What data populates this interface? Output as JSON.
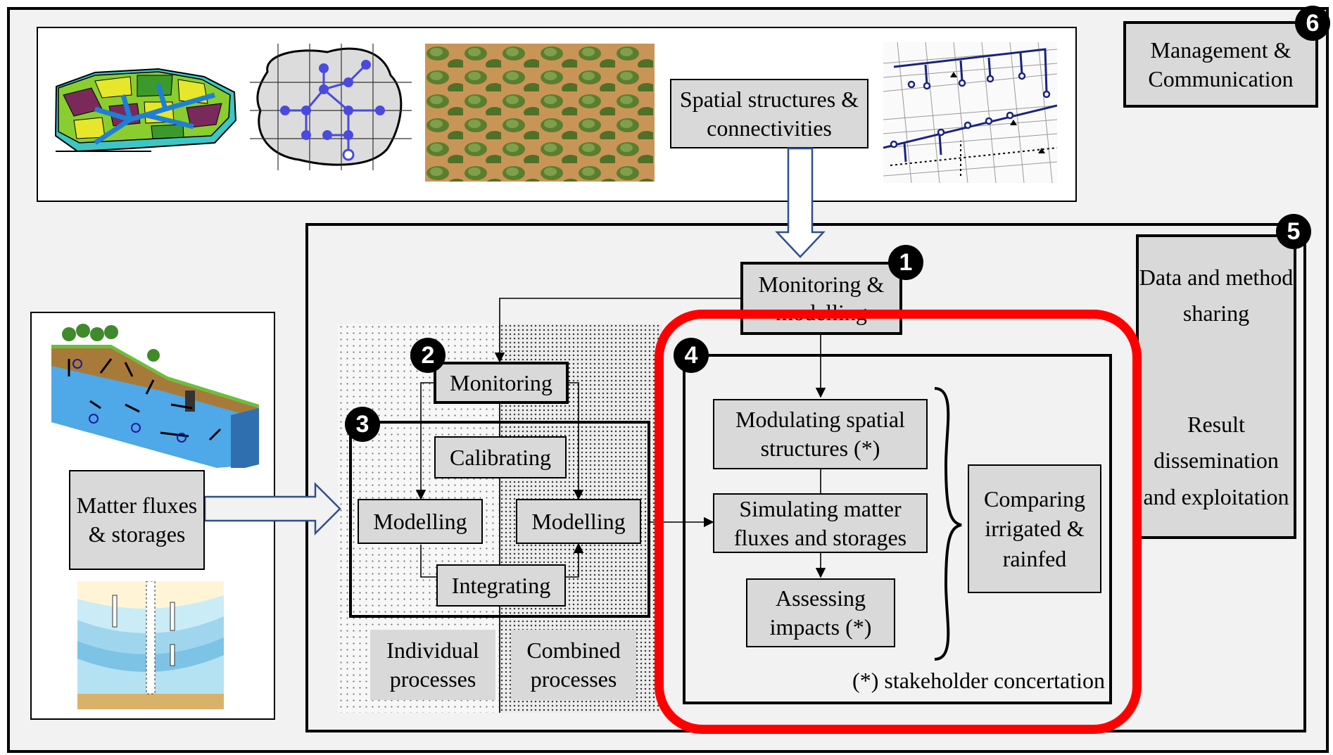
{
  "badges": [
    "1",
    "2",
    "3",
    "4",
    "5",
    "6"
  ],
  "management": "Management & Communication",
  "spatial": "Spatial structures & connectivities",
  "matter": "Matter fluxes & storages",
  "data_sharing": "Data and method sharing",
  "result_dissemination": "Result dissemination and exploitation",
  "monitoring_modelling": "Monitoring & modelling",
  "monitoring": "Monitoring",
  "calibrating": "Calibrating",
  "modelling_left": "Modelling",
  "modelling_right": "Modelling",
  "integrating": "Integrating",
  "individual": "Individual processes",
  "combined": "Combined processes",
  "modulating": "Modulating spatial structures (*)",
  "simulating": "Simulating matter fluxes and storages",
  "assessing": "Assessing impacts (*)",
  "comparing": "Comparing irrigated & rainfed",
  "stakeholder": "(*) stakeholder concertation",
  "colors": {
    "highlight": "#ff0000",
    "box_fill": "#d9d9d9",
    "panel_fill": "#f2f2f2",
    "arrow_outline": "#2f4f8f",
    "node_blue": "#4a4adf"
  }
}
